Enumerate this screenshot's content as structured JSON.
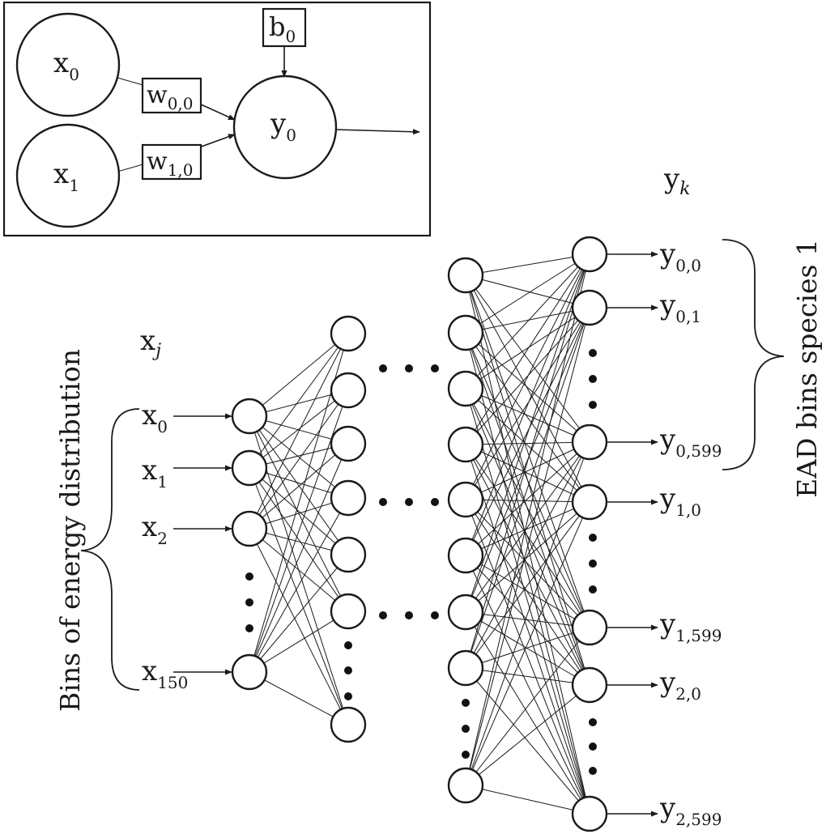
{
  "inset": {
    "inputs": [
      {
        "base": "x",
        "sub": "0"
      },
      {
        "base": "x",
        "sub": "1"
      }
    ],
    "weights": [
      {
        "base": "w",
        "sub": "0,0"
      },
      {
        "base": "w",
        "sub": "1,0"
      }
    ],
    "bias": {
      "base": "b",
      "sub": "0"
    },
    "output": {
      "base": "y",
      "sub": "0"
    }
  },
  "network": {
    "input_header": {
      "base": "x",
      "sub": "j"
    },
    "output_header": {
      "base": "y",
      "sub": "k"
    },
    "input_labels": [
      {
        "base": "x",
        "sub": "0"
      },
      {
        "base": "x",
        "sub": "1"
      },
      {
        "base": "x",
        "sub": "2"
      },
      {
        "base": "x",
        "sub": "150"
      }
    ],
    "output_labels": [
      {
        "base": "y",
        "sub": "0,0"
      },
      {
        "base": "y",
        "sub": "0,1"
      },
      {
        "base": "y",
        "sub": "0,599"
      },
      {
        "base": "y",
        "sub": "1,0"
      },
      {
        "base": "y",
        "sub": "1,599"
      },
      {
        "base": "y",
        "sub": "2,0"
      },
      {
        "base": "y",
        "sub": "2,599"
      }
    ],
    "input_brace_label": "Bins of energy distribution",
    "output_brace_label": "EAD bins species 1"
  }
}
